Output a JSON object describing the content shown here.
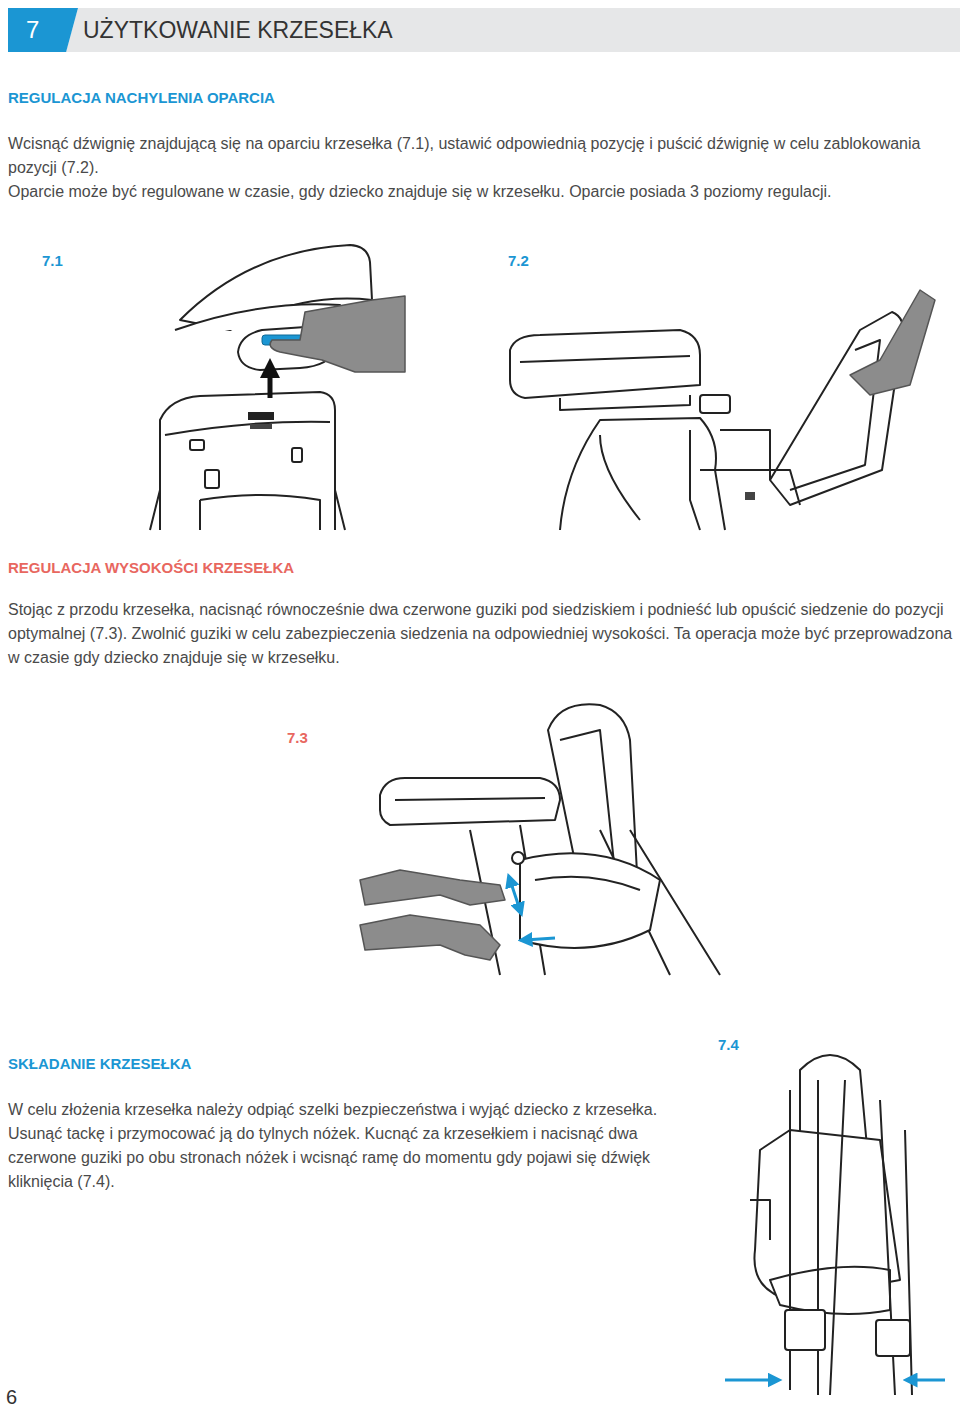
{
  "diagram": {
    "title": "UŻYTKOWANIE KRZESEŁKA",
    "nodes": [
      {
        "text": [
          "7"
        ]
      }
    ],
    "labels": [
      "REGULACJA NACHYLENIA OPARCIA",
      "Wcisnąć dźwignię znajdującą się na oparciu krzesełka (7.1), ustawić odpowiednią pozycję i puścić dźwignię w celu zablokowania pozycji (7.2).",
      "Oparcie może być regulowane w czasie, gdy dziecko znajduje się w krzesełku. Oparcie posiada 3 poziomy regulacji.",
      "7.1",
      "7.2",
      "REGULACJA WYSOKOŚCI KRZESEŁKA",
      "Stojąc z przodu krzesełka, nacisnąć równocześnie dwa czerwone guziki pod siedziskiem i podnieść lub opuścić siedzenie do pozycji optymalnej (7.3). Zwolnić guziki w celu zabezpieczenia siedzenia na odpowiedniej wysokości. Ta operacja może być przeprowadzona w czasie gdy dziecko znajduje się w krzesełku.",
      "7.3",
      "SKŁADANIE KRZESEŁKA",
      "7.4",
      "W celu złożenia krzesełka należy odpiąć szelki bezpieczeństwa i wyjąć dziecko z krzesełka. Usunąć tackę i przymocować ją do tylnych nóżek. Kucnąć za krzesełkiem i nacisnąć dwa czerwone guziki po obu stronach nóżek i wcisnąć ramę do momentu gdy pojawi się dźwięk kliknięcia (7.4).",
      "6"
    ]
  }
}
